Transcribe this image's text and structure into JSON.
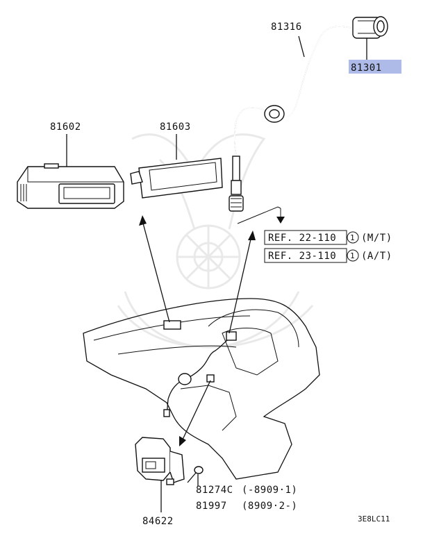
{
  "parts": {
    "p81316": "81316",
    "p81301": "81301",
    "p81602": "81602",
    "p81603": "81603",
    "p81274c": "81274C",
    "p81274c_range": "(-8909·1)",
    "p81997": "81997",
    "p81997_range": "(8909·2-)",
    "p84622": "84622"
  },
  "refs": [
    {
      "text": "REF. 22-110",
      "circle": "1",
      "suffix": "(M/T)"
    },
    {
      "text": "REF. 23-110",
      "circle": "1",
      "suffix": "(A/T)"
    }
  ],
  "diagram_code": "3E8LC11",
  "colors": {
    "highlight": "#aebbe8",
    "ink": "#111111"
  }
}
